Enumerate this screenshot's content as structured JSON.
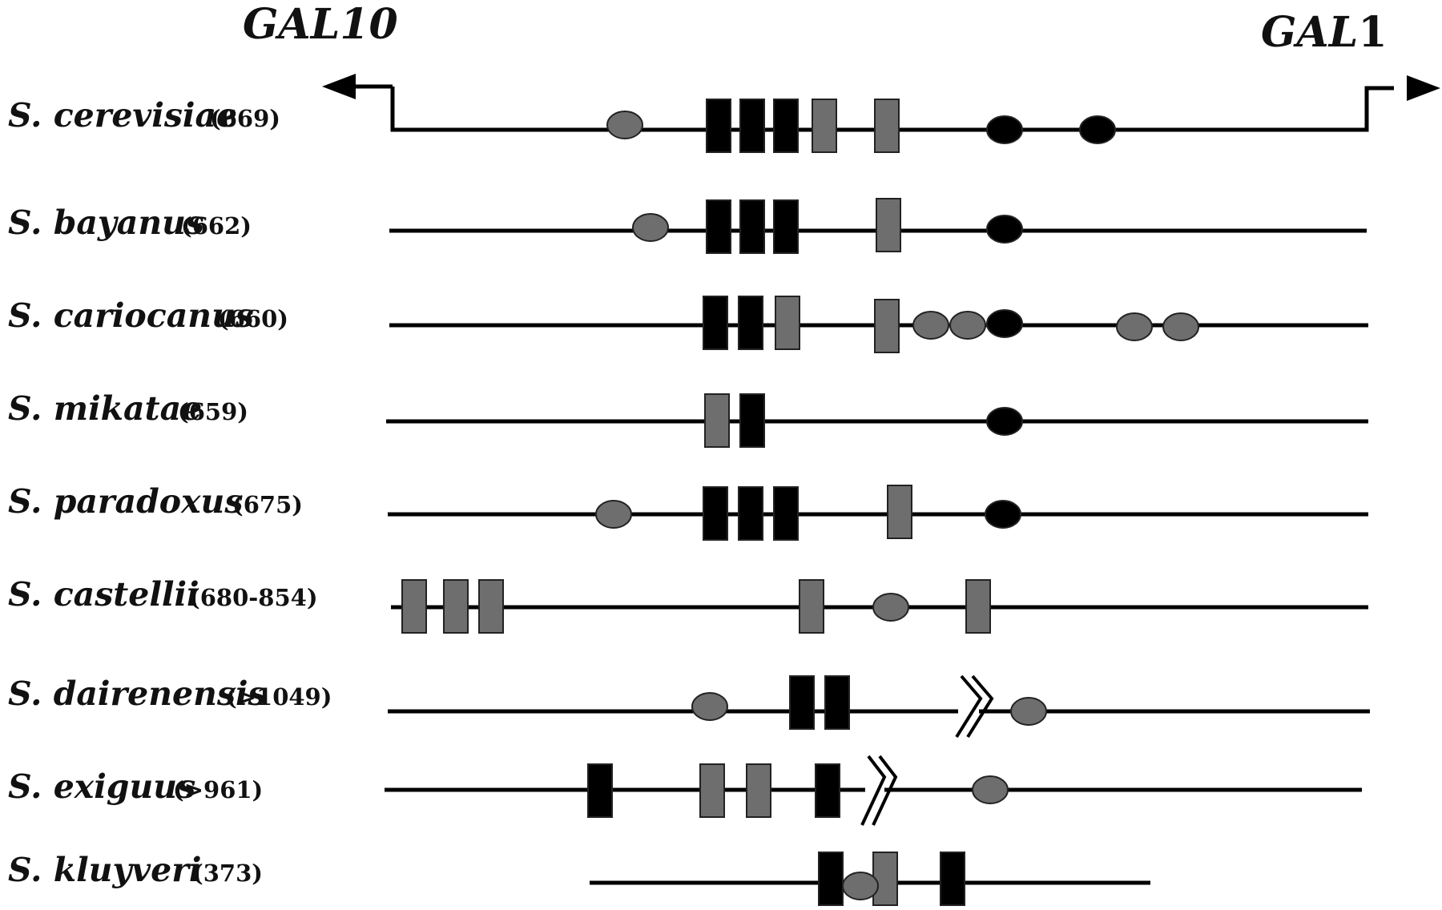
{
  "genes": {
    "left": "GAL10",
    "right_italic": "GAL",
    "right_num": "1"
  },
  "colors": {
    "black_element": "#000000",
    "gray_element": "#6e6e6e",
    "line": "#000000"
  },
  "species": [
    {
      "name": "S. cerevisiae",
      "count": "(669)"
    },
    {
      "name": "S. bayanus",
      "count": "(662)"
    },
    {
      "name": "S. cariocanus",
      "count": "(660)"
    },
    {
      "name": "S. mikatae",
      "count": "(659)"
    },
    {
      "name": "S. paradoxus",
      "count": "(675)"
    },
    {
      "name": "S. castellii",
      "count": "(680-854)"
    },
    {
      "name": "S. dairenensis",
      "count": "(>1049)"
    },
    {
      "name": "S. exiguus",
      "count": "(>961)"
    },
    {
      "name": "S. kluyveri",
      "count": "(373)"
    }
  ]
}
